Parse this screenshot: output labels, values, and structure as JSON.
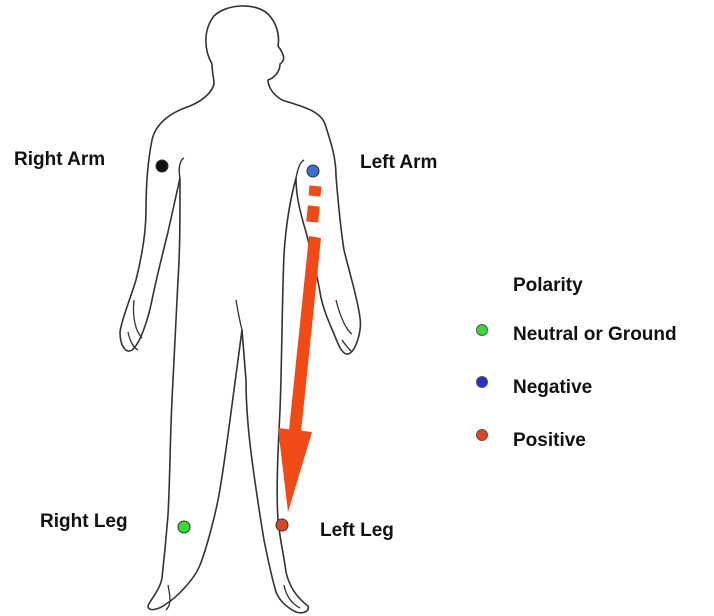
{
  "electrodes": {
    "right_arm": {
      "label": "Right Arm",
      "polarity": "black",
      "color": "#111111"
    },
    "left_arm": {
      "label": "Left Arm",
      "polarity": "negative",
      "color": "#3a6fd8"
    },
    "right_leg": {
      "label": "Right Leg",
      "polarity": "neutral",
      "color": "#33dd33"
    },
    "left_leg": {
      "label": "Left Leg",
      "polarity": "positive",
      "color": "#e0451e"
    }
  },
  "legend": {
    "title": "Polarity",
    "items": [
      {
        "label": "Neutral or Ground",
        "color": "#33dd33"
      },
      {
        "label": "Negative",
        "color": "#2233cc"
      },
      {
        "label": "Positive",
        "color": "#e0451e"
      }
    ]
  },
  "lead_arrow": {
    "from": "left_arm",
    "to": "left_leg",
    "color": "#f24a17"
  },
  "body_outline_color": "#333333"
}
